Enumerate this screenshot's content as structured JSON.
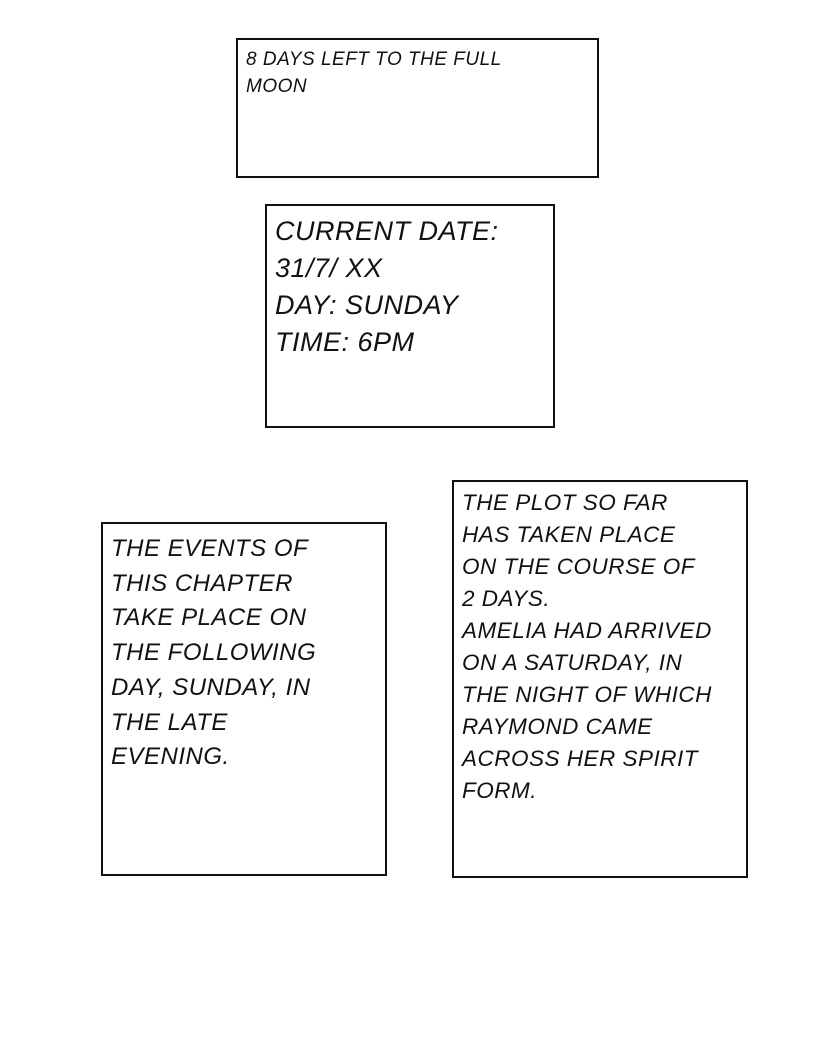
{
  "boxes": {
    "moon_countdown": {
      "lines": [
        "8 days left to the full",
        "moon"
      ]
    },
    "current_date": {
      "lines": [
        "Current date:",
        "31/7/ XX",
        "Day: Sunday",
        "Time: 6PM"
      ]
    },
    "chapter_events": {
      "lines": [
        "The events of",
        "this chapter",
        "take place on",
        "the following",
        "day, Sunday, in",
        "the late",
        "evening."
      ]
    },
    "plot_so_far": {
      "lines": [
        "The plot so far",
        "has taken place",
        "on the course of",
        "2 days.",
        "Amelia had arrived",
        "on a Saturday, in",
        "the night of which",
        "Raymond came",
        "across her spirit",
        "form."
      ]
    }
  }
}
